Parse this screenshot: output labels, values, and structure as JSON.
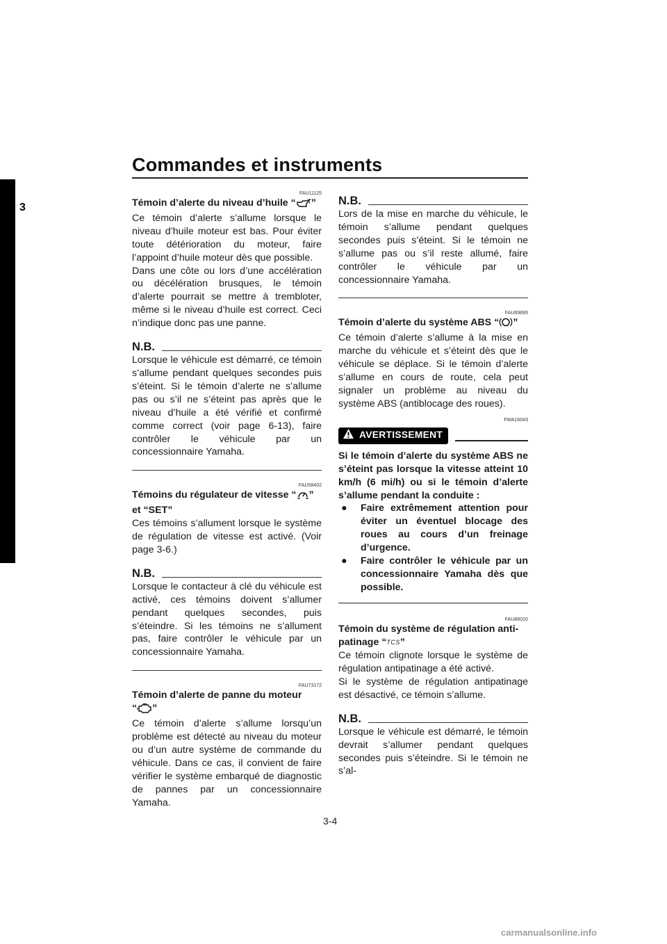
{
  "header": {
    "title": "Commandes et instruments",
    "chapter": "3"
  },
  "left": {
    "oil": {
      "code": "FAU11125",
      "heading_pre": "Témoin d’alerte du niveau d’huile “",
      "heading_post": "”",
      "icon": "oil-can-icon",
      "p1": "Ce témoin d’alerte s’allume lorsque le niveau d’huile moteur est bas. Pour éviter toute détérioration du moteur, faire l’appoint d’huile moteur dès que possible.",
      "p2": "Dans une côte ou lors d’une accélération ou décélération brusques, le témoin d’alerte pourrait se mettre à trembloter, même si le niveau d’huile est correct. Ceci n’indique donc pas une panne.",
      "nb_label": "N.B.",
      "nb_text": "Lorsque le véhicule est démarré, ce témoin s’allume pendant quelques secondes puis s’éteint. Si le témoin d’alerte ne s’allume pas ou s’il ne s’éteint pas après que le niveau d’huile a été vérifié et confirmé comme correct (voir page 6-13), faire contrôler le véhicule par un concessionnaire Yamaha."
    },
    "cruise": {
      "code": "FAU58402",
      "heading_pre": "Témoins du régulateur de vitesse “",
      "heading_mid": "”",
      "heading_line2": "et “SET”",
      "icon": "cruise-control-icon",
      "p1": "Ces témoins s’allument lorsque le système de régulation de vitesse est activé. (Voir page 3-6.)",
      "nb_label": "N.B.",
      "nb_text": "Lorsque le contacteur à clé du véhicule est activé, ces témoins doivent s’allumer pendant quelques secondes, puis s’éteindre. Si les témoins ne s’allument pas, faire contrôler le véhicule par un concessionnaire Yamaha."
    },
    "engine": {
      "code": "FAU73172",
      "heading_line1": "Témoin d’alerte de panne du moteur",
      "heading_pre": "“",
      "heading_post": "”",
      "icon": "engine-icon",
      "p1": "Ce témoin d’alerte s’allume lorsqu’un problème est détecté au niveau du moteur ou d’un autre système de commande du véhicule. Dans ce cas, il convient de faire vérifier le système embarqué de diagnostic de pannes par un concessionnaire Yamaha."
    }
  },
  "right": {
    "nb_top": {
      "nb_label": "N.B.",
      "nb_text": "Lors de la mise en marche du véhicule, le témoin s’allume pendant quelques secondes puis s’éteint. Si le témoin ne s’allume pas ou s’il reste allumé, faire contrôler le véhicule par un concessionnaire Yamaha."
    },
    "abs": {
      "code": "FAU69895",
      "heading_pre": "Témoin d’alerte du système ABS “",
      "heading_post": "”",
      "icon": "abs-icon",
      "p1": "Ce témoin d’alerte s’allume à la mise en marche du véhicule et s’éteint dès que le véhicule se déplace. Si le témoin d’alerte s’allume en cours de route, cela peut signaler un problème au niveau du système ABS (antiblocage des roues)."
    },
    "warning": {
      "code": "FWA16043",
      "label": "AVERTISSEMENT",
      "icon": "warning-triangle-icon",
      "text": "Si le témoin d’alerte du système ABS ne s’éteint pas lorsque la vitesse atteint 10 km/h (6 mi/h) ou si le témoin d’alerte s’allume pendant la conduite :",
      "bullet_symbol": "●",
      "bullet1": "Faire extrêmement attention pour éviter un éventuel blocage des roues au cours d’un freinage d’urgence.",
      "bullet2": "Faire contrôler le véhicule par un concessionnaire Yamaha dès que possible."
    },
    "tcs": {
      "code": "FAU86020",
      "heading_line1": "Témoin du système de régulation anti-",
      "heading_pre": "patinage “",
      "heading_post": "”",
      "icon": "tcs-icon",
      "icon_text": "TCS",
      "p1": "Ce témoin clignote lorsque le système de régulation antipatinage a été activé.",
      "p2": "Si le système de régulation antipatinage est désactivé, ce témoin s’allume.",
      "nb_label": "N.B.",
      "nb_text": "Lorsque le véhicule est démarré, le témoin devrait s’allumer pendant quelques secondes puis s’éteindre. Si le témoin ne s’al-"
    }
  },
  "footer": {
    "page_number": "3-4",
    "watermark": "carmanualsonline.info"
  }
}
